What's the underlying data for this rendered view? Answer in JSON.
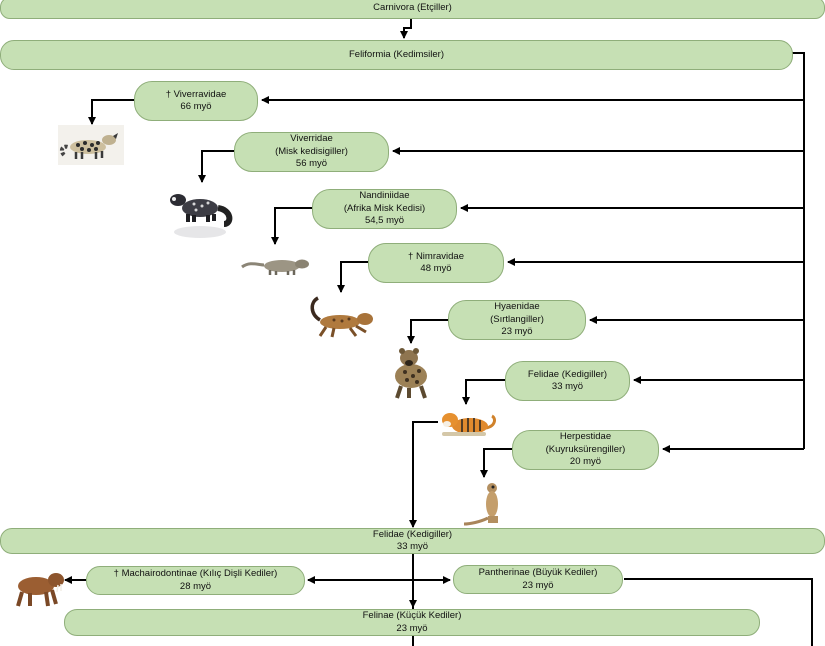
{
  "nodes": {
    "carnivora": {
      "line1": "Carnivora (Etçiller)"
    },
    "feliformia": {
      "line1": "Feliformia (Kedimsiler)"
    },
    "viverravidae": {
      "line1": "† Viverravidae",
      "line2": "66 myö"
    },
    "viverridae": {
      "line1": "Viverridae",
      "line2": "(Misk kedisigiller)",
      "line3": "56 myö"
    },
    "nandiniidae": {
      "line1": "Nandiniidae",
      "line2": "(Afrika Misk Kedisi)",
      "line3": "54,5 myö"
    },
    "nimravidae": {
      "line1": "† Nimravidae",
      "line2": "48 myö"
    },
    "hyaenidae": {
      "line1": "Hyaenidae",
      "line2": "(Sırtlangiller)",
      "line3": "23 myö"
    },
    "felidae_small": {
      "line1": "Felidae (Kedigiller)",
      "line2": "33 myö"
    },
    "herpestidae": {
      "line1": "Herpestidae",
      "line2": "(Kuyruksürengiller)",
      "line3": "20 myö"
    },
    "felidae": {
      "line1": "Felidae (Kedigiller)",
      "line2": "33 myö"
    },
    "machairodontinae": {
      "line1": "†  Machairodontinae (Kılıç Dişli Kediler)",
      "line2": "28 myö"
    },
    "pantherinae": {
      "line1": "Pantherinae (Büyük Kediler)",
      "line2": "23 myö"
    },
    "felinae": {
      "line1": "Felinae (Küçük Kediler)",
      "line2": "23 myö"
    }
  },
  "images": [
    {
      "name": "genet-image",
      "depicts": "genet"
    },
    {
      "name": "civet-image",
      "depicts": "civet"
    },
    {
      "name": "african-palm-civet-image",
      "depicts": "African palm civet"
    },
    {
      "name": "nimravid-image",
      "depicts": "nimravid"
    },
    {
      "name": "hyena-image",
      "depicts": "spotted hyena"
    },
    {
      "name": "tiger-image",
      "depicts": "tiger"
    },
    {
      "name": "meerkat-image",
      "depicts": "meerkat"
    },
    {
      "name": "sabertooth-image",
      "depicts": "sabre-toothed cat"
    }
  ],
  "colors": {
    "node_fill": "#c6e0b4",
    "node_border": "#8fae7a",
    "arrow": "#000000"
  }
}
